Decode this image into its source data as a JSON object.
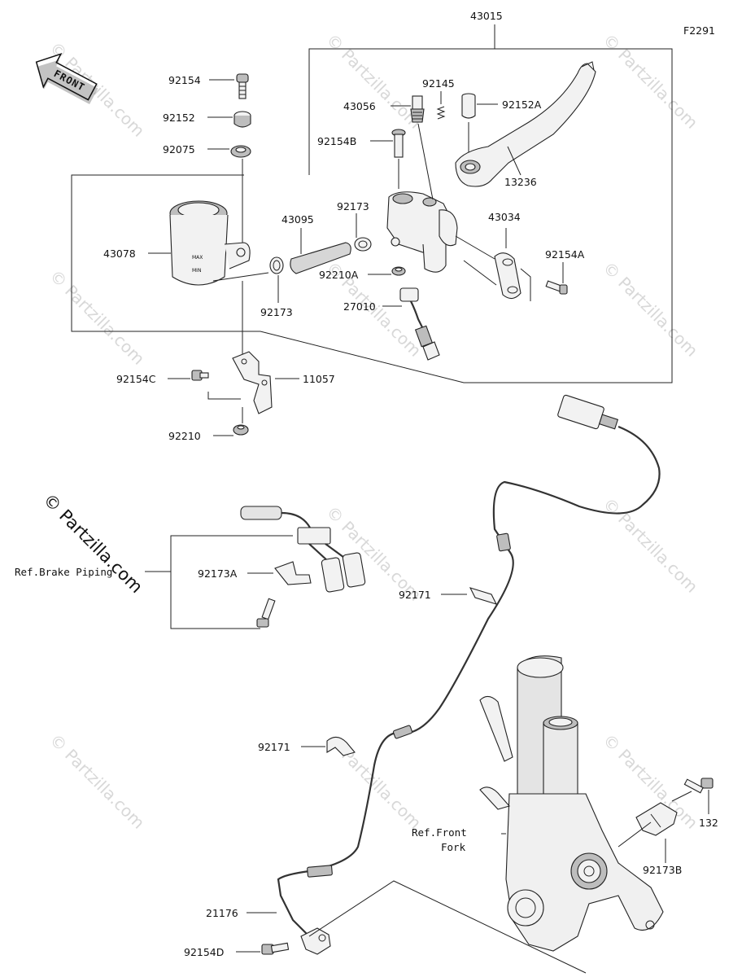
{
  "figure_code": "F2291",
  "front_arrow": "FRONT",
  "watermark": "© Partzilla.com",
  "references": {
    "brake_piping": "Ref.Brake Piping",
    "front_fork_line1": "Ref.Front",
    "front_fork_line2": "Fork"
  },
  "parts": [
    {
      "id": "p43015",
      "label": "43015"
    },
    {
      "id": "p92154",
      "label": "92154"
    },
    {
      "id": "p92152",
      "label": "92152"
    },
    {
      "id": "p92075",
      "label": "92075"
    },
    {
      "id": "p92145",
      "label": "92145"
    },
    {
      "id": "p43056",
      "label": "43056"
    },
    {
      "id": "p92152A",
      "label": "92152A"
    },
    {
      "id": "p92154B",
      "label": "92154B"
    },
    {
      "id": "p13236",
      "label": "13236"
    },
    {
      "id": "p92173",
      "label": "92173"
    },
    {
      "id": "p43095",
      "label": "43095"
    },
    {
      "id": "p43034",
      "label": "43034"
    },
    {
      "id": "p43078",
      "label": "43078"
    },
    {
      "id": "p92154A",
      "label": "92154A"
    },
    {
      "id": "p92210A",
      "label": "92210A"
    },
    {
      "id": "p92173b",
      "label": "92173"
    },
    {
      "id": "p27010",
      "label": "27010"
    },
    {
      "id": "p92154C",
      "label": "92154C"
    },
    {
      "id": "p11057",
      "label": "11057"
    },
    {
      "id": "p92210",
      "label": "92210"
    },
    {
      "id": "p92173A",
      "label": "92173A"
    },
    {
      "id": "p92171",
      "label": "92171"
    },
    {
      "id": "p92171b",
      "label": "92171"
    },
    {
      "id": "p132",
      "label": "132"
    },
    {
      "id": "p92173B",
      "label": "92173B"
    },
    {
      "id": "p21176",
      "label": "21176"
    },
    {
      "id": "p92154D",
      "label": "92154D"
    }
  ],
  "reservoir_marks": {
    "max": "MAX",
    "min": "MIN"
  }
}
